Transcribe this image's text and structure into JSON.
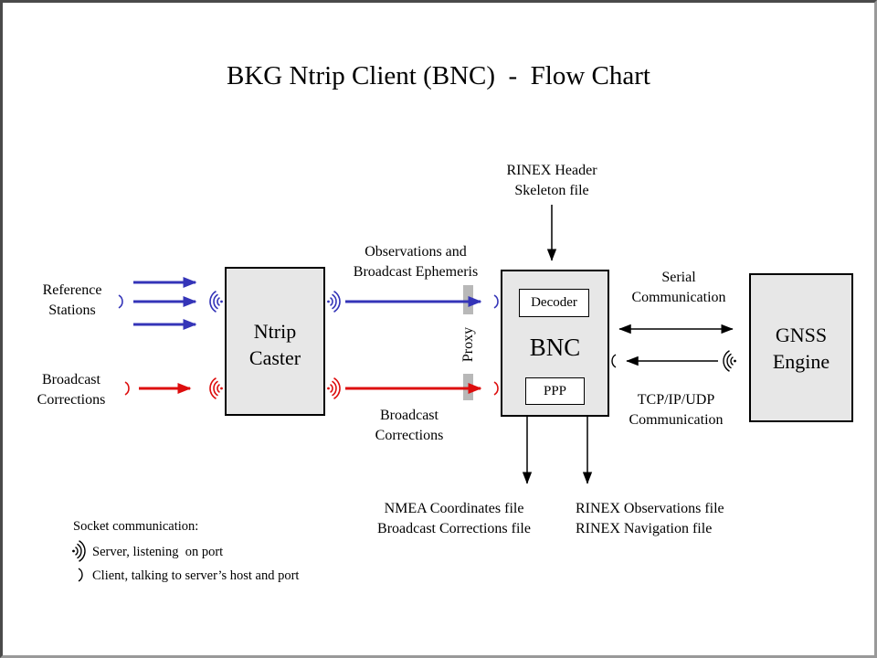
{
  "title": "BKG Ntrip Client (BNC)  -  Flow Chart",
  "colors": {
    "blue": "#3434b8",
    "red": "#dd0d0d",
    "box_fill": "#e7e7e7",
    "proxy_bar": "#b8b8b8"
  },
  "boxes": {
    "ntrip_caster": {
      "label": "Ntrip\nCaster"
    },
    "bnc": {
      "label": "BNC",
      "decoder_label": "Decoder",
      "ppp_label": "PPP"
    },
    "gnss_engine": {
      "label": "GNSS\nEngine"
    }
  },
  "labels": {
    "reference_stations": "Reference\nStations",
    "broadcast_corrections_input": "Broadcast\nCorrections",
    "observations_ephemeris": "Observations and\nBroadcast Ephemeris",
    "broadcast_corrections_stream": "Broadcast\nCorrections",
    "rinex_header_skeleton": "RINEX Header\nSkeleton file",
    "serial_communication": "Serial\nCommunication",
    "tcp_ip_udp_communication": "TCP/IP/UDP\nCommunication",
    "proxy": "Proxy",
    "nmea_output_files": "NMEA Coordinates file\nBroadcast Corrections file",
    "rinex_output_files": "RINEX Observations file\nRINEX Navigation file"
  },
  "legend": {
    "heading": "Socket communication:",
    "server_item": "Server, listening  on port",
    "client_item": "Client, talking to server’s host and port"
  }
}
